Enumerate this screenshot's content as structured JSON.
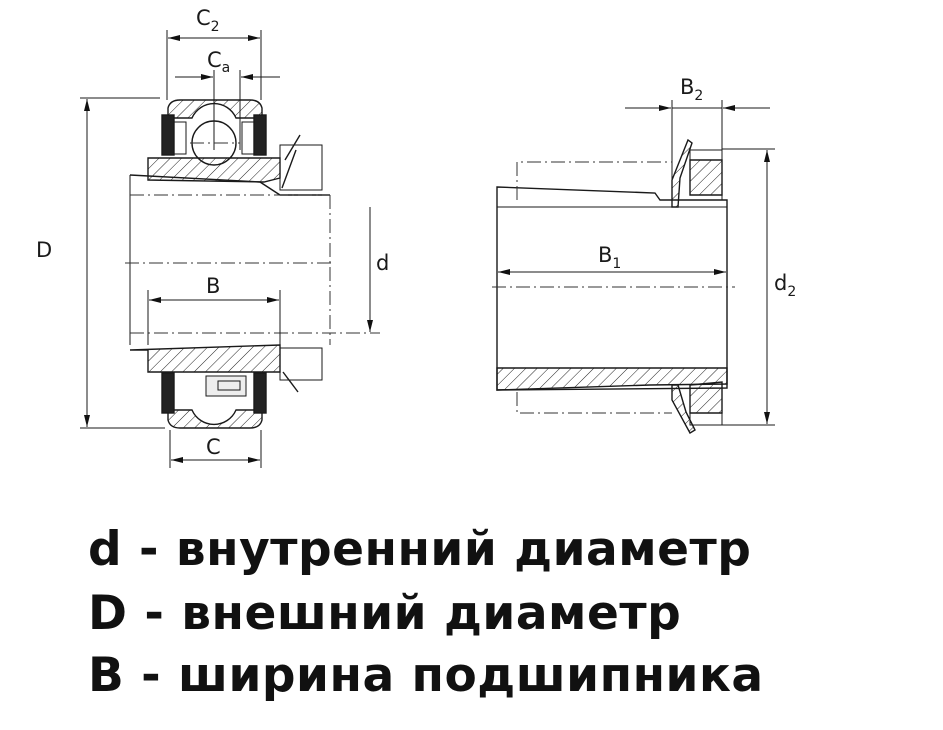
{
  "labels": {
    "C2": {
      "main": "C",
      "sub": "2"
    },
    "Ca": {
      "main": "C",
      "sub": "a"
    },
    "D": "D",
    "d": "d",
    "B": "B",
    "C": "C",
    "B1": {
      "main": "B",
      "sub": "1"
    },
    "B2": {
      "main": "B",
      "sub": "2"
    },
    "d2": {
      "main": "d",
      "sub": "2"
    }
  },
  "legend": [
    "d - внутренний диаметр",
    "D - внешний диаметр",
    "B - ширина подшипника"
  ]
}
